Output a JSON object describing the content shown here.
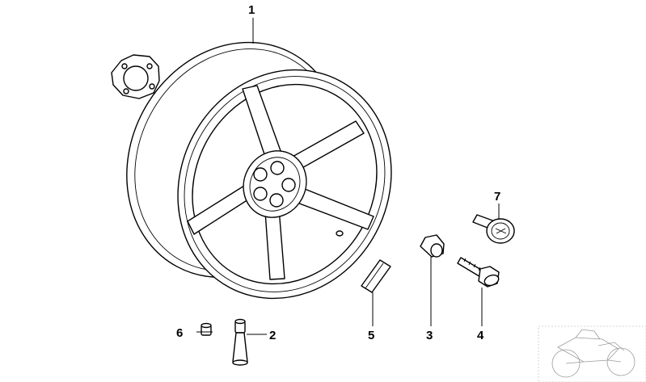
{
  "callouts": [
    {
      "id": "1",
      "part": "rear-wheel-rim"
    },
    {
      "id": "2",
      "part": "tire-valve"
    },
    {
      "id": "3",
      "part": "balance-weight-cone"
    },
    {
      "id": "4",
      "part": "collar-bolt"
    },
    {
      "id": "5",
      "part": "balance-weight-strip"
    },
    {
      "id": "6",
      "part": "valve-cap"
    },
    {
      "id": "7",
      "part": "expanding-rivet"
    }
  ],
  "colors": {
    "line": "#000000",
    "background": "#ffffff",
    "thumbnail": "#9a9a9a"
  },
  "icons": {
    "thumbnail": "motorcycle-thumbnail-icon"
  }
}
